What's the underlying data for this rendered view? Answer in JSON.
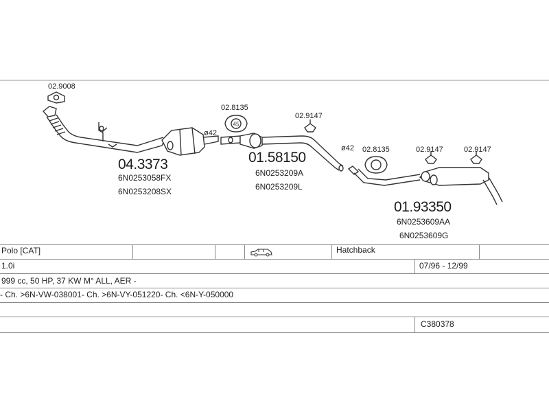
{
  "parts": {
    "gasket_front": "02.9008",
    "front_pipe": {
      "number": "04.3373",
      "oem": [
        "6N0253058FX",
        "6N0253208SX"
      ]
    },
    "clamp_1": "ø42",
    "mount_1": "02.8135",
    "middle_silencer": {
      "number": "01.58150",
      "oem": [
        "6N0253209A",
        "6N0253209L"
      ]
    },
    "rubber_1": "02.9147",
    "clamp_2": "ø42",
    "mount_2": "02.8135",
    "rubber_2": "02.9147",
    "rubber_3": "02.9147",
    "rear_silencer": {
      "number": "01.93350",
      "oem": [
        "6N0253609AA",
        "6N0253609G"
      ]
    }
  },
  "icons": {
    "mount_ring_text": "45"
  },
  "table": {
    "model": "Polo  [CAT]",
    "body": "Hatchback",
    "engine": "1.0i",
    "years": "07/96 - 12/99",
    "specs": "999 cc, 50 HP, 37 KW M° ALL, AER -",
    "chassis": "- Ch. >6N-VW-038001- Ch. >6N-VY-051220- Ch. <6N-Y-050000",
    "code": "C380378"
  }
}
